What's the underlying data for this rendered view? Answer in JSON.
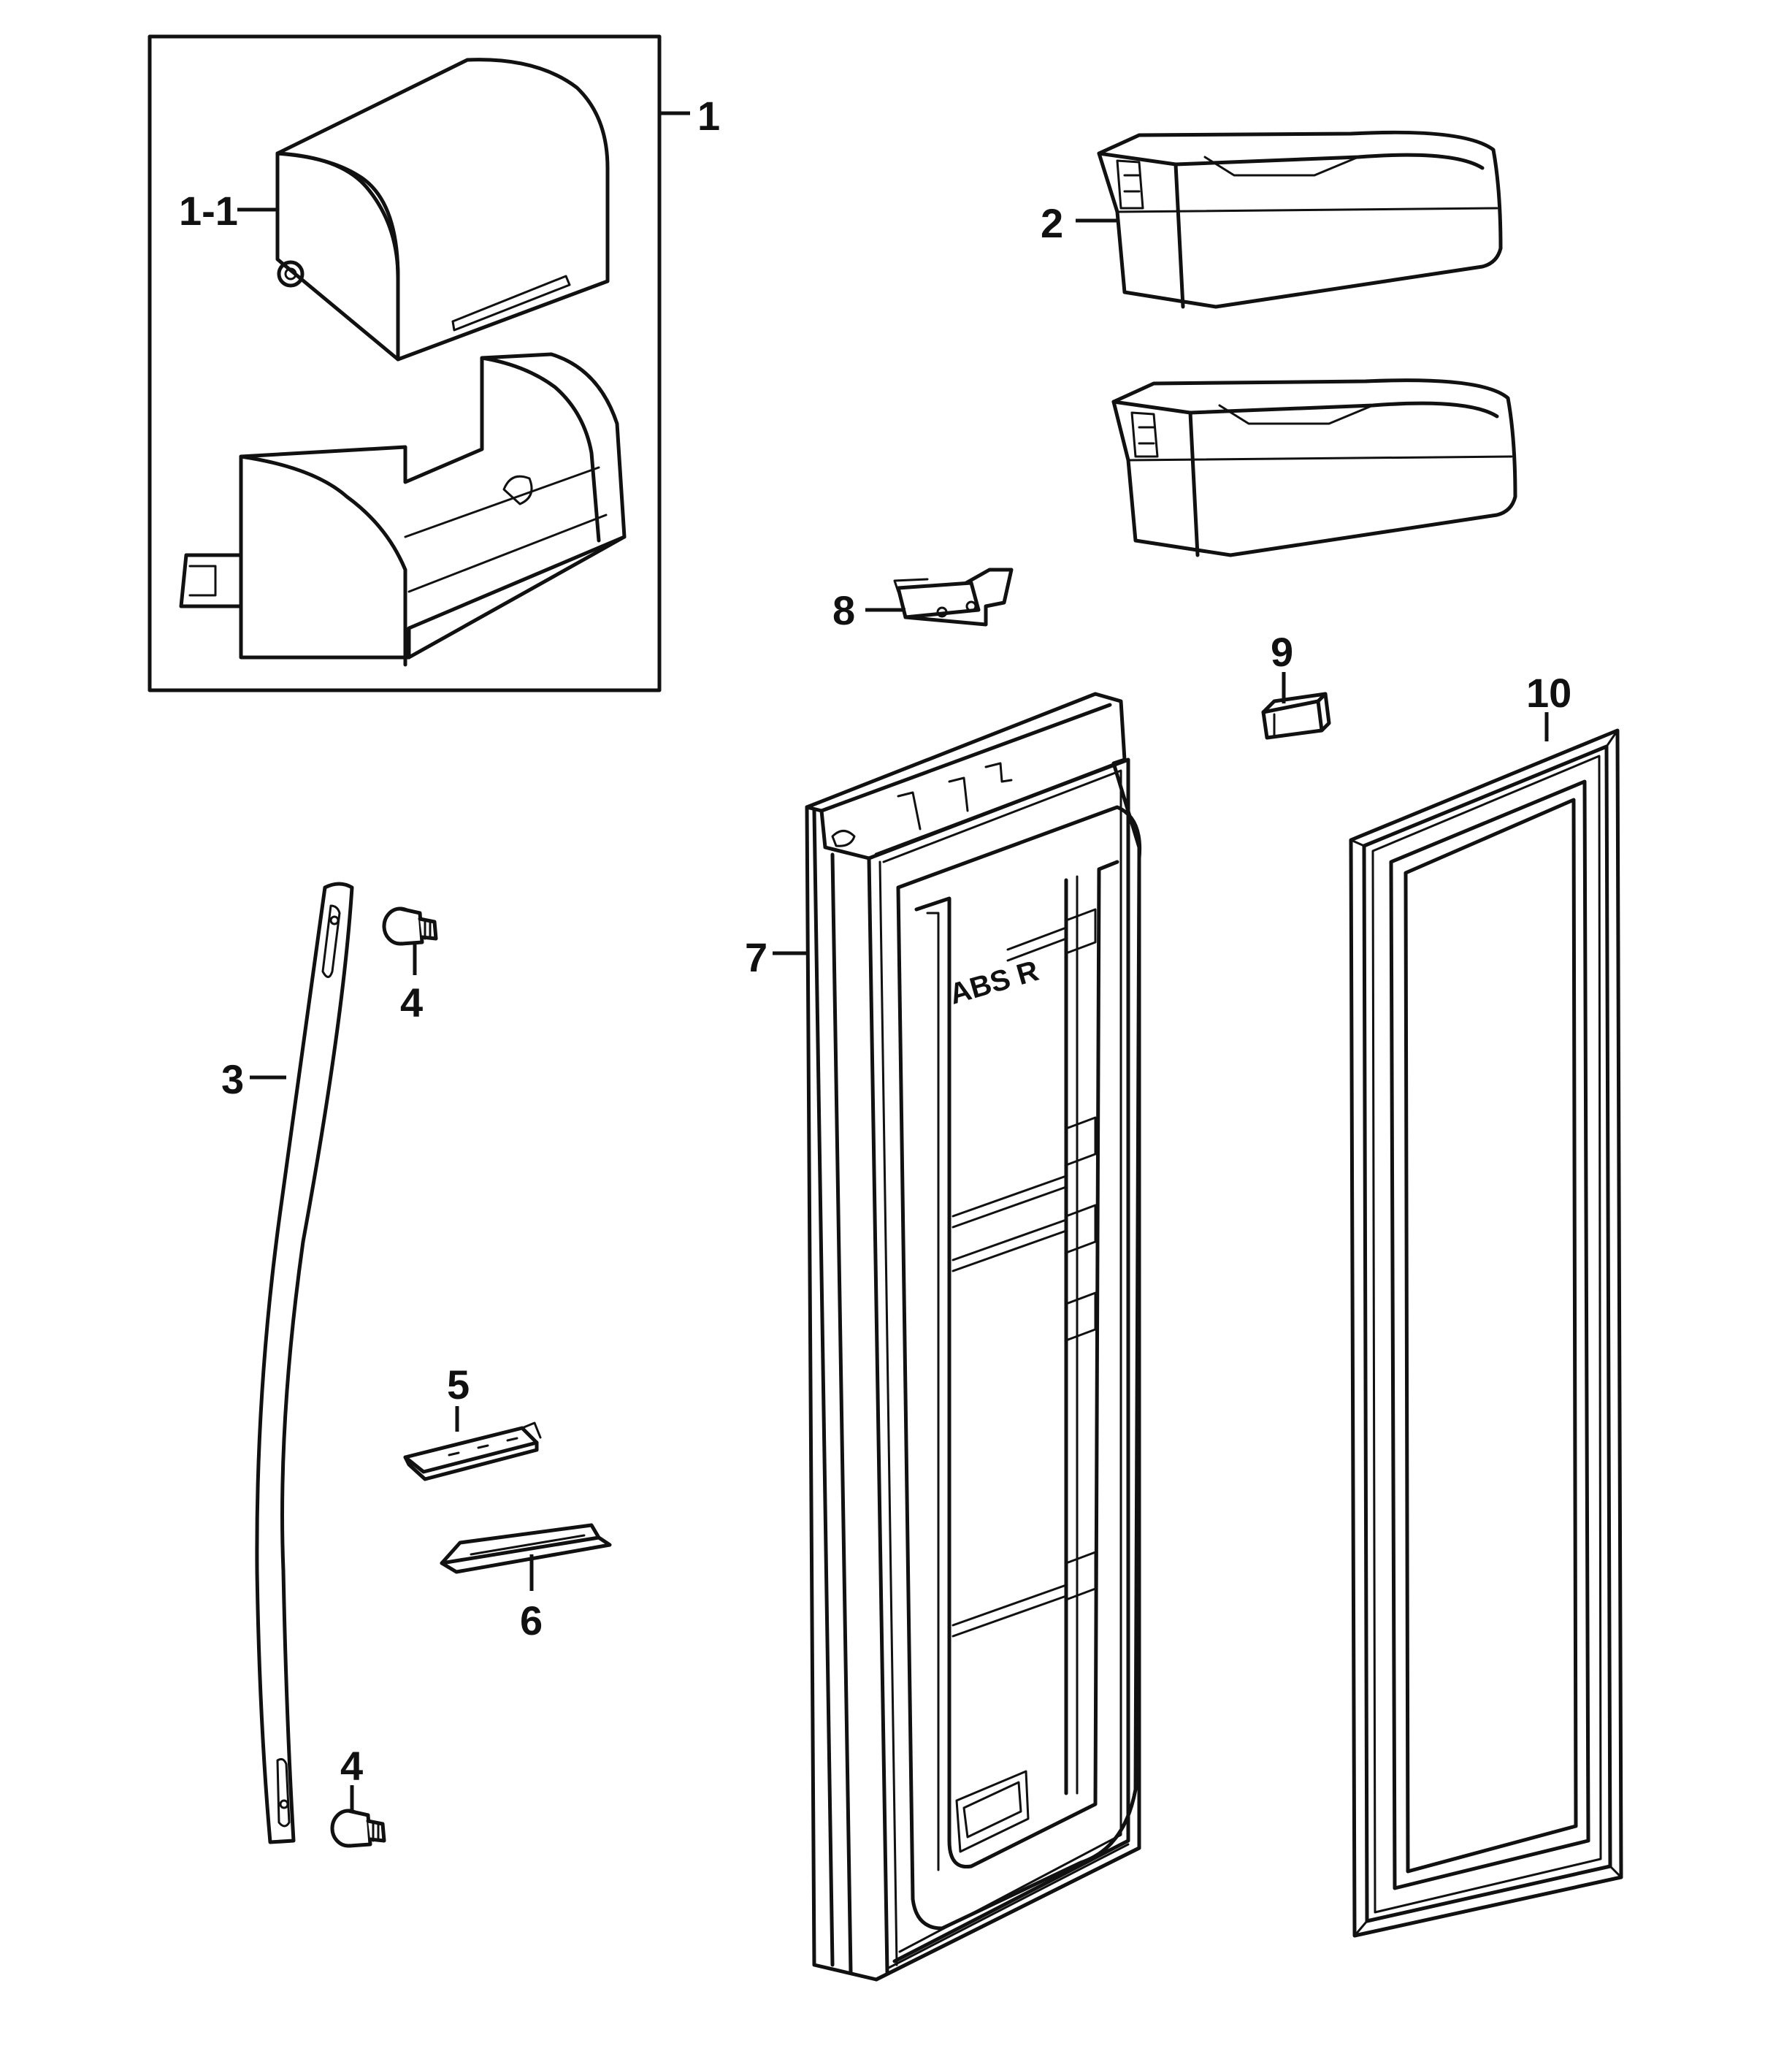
{
  "callouts": {
    "c1": "1",
    "c1_1": "1-1",
    "c2": "2",
    "c3": "3",
    "c4_top": "4",
    "c4_bottom": "4",
    "c5": "5",
    "c6": "6",
    "c7": "7",
    "c8": "8",
    "c9": "9",
    "c10": "10"
  },
  "markings": {
    "door_liner_text": "ABS R"
  },
  "colors": {
    "line": "#111111",
    "background": "#ffffff"
  }
}
